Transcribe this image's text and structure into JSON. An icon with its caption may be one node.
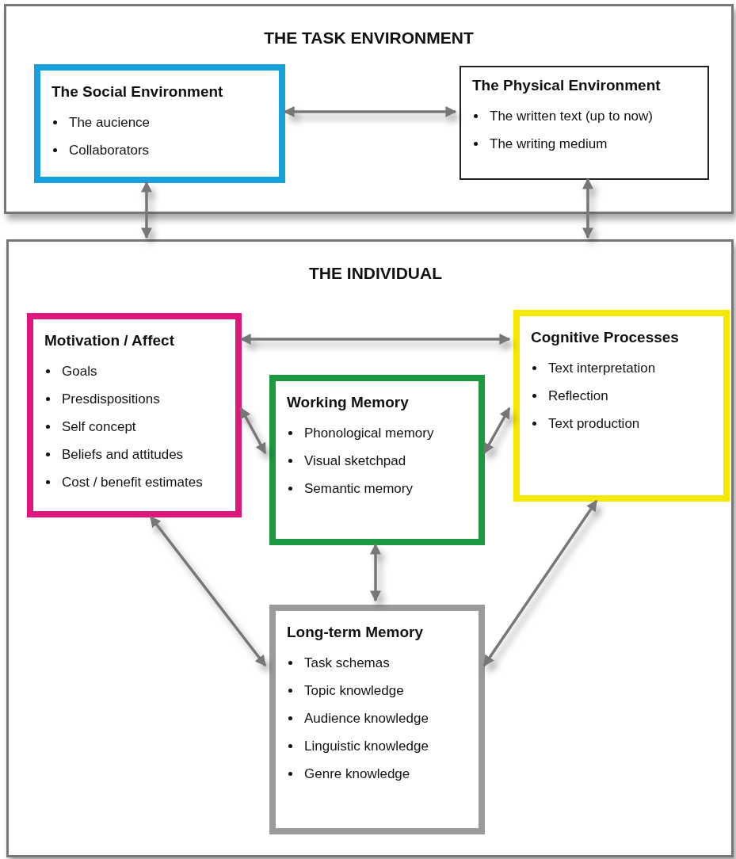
{
  "diagram": {
    "nodes": [
      {
        "text": [
          "THE TASK ENVIRONMENT"
        ]
      },
      {
        "text": [
          "The Social Environment",
          "The aucience",
          "Collaborators"
        ],
        "in": 0
      },
      {
        "text": [
          "The Physical Environment",
          "The written text (up to now)",
          "The writing medium"
        ],
        "in": 0
      },
      {
        "text": [
          "THE INDIVIDUAL"
        ]
      },
      {
        "text": [
          "Motivation / Affect",
          "Goals",
          "Presdispositions",
          "Self concept",
          "Beliefs and attitudes",
          "Cost / benefit estimates"
        ],
        "in": 3
      },
      {
        "text": [
          "Working Memory",
          "Phonological memory",
          "Visual  sketchpad",
          "Semantic memory"
        ],
        "in": 3
      },
      {
        "text": [
          "Cognitive Processes",
          "Text interpretation",
          "Reflection",
          "Text production"
        ],
        "in": 3
      },
      {
        "text": [
          "Long-term Memory",
          "Task schemas",
          "Topic knowledge",
          "Audience knowledge",
          "Linguistic knowledge",
          "Genre knowledge"
        ],
        "in": 3
      }
    ],
    "edges": [
      {
        "from": 1,
        "to": 2,
        "arrow": "both"
      },
      {
        "from": 1,
        "to": 3,
        "arrow": "both"
      },
      {
        "from": 2,
        "to": 3,
        "arrow": "both"
      },
      {
        "from": 4,
        "to": 6,
        "arrow": "both"
      },
      {
        "from": 4,
        "to": 5,
        "arrow": "both"
      },
      {
        "from": 5,
        "to": 6,
        "arrow": "both"
      },
      {
        "from": 5,
        "to": 7,
        "arrow": "both"
      },
      {
        "from": 4,
        "to": 7,
        "arrow": "both"
      },
      {
        "from": 6,
        "to": 7,
        "arrow": "both"
      }
    ]
  }
}
